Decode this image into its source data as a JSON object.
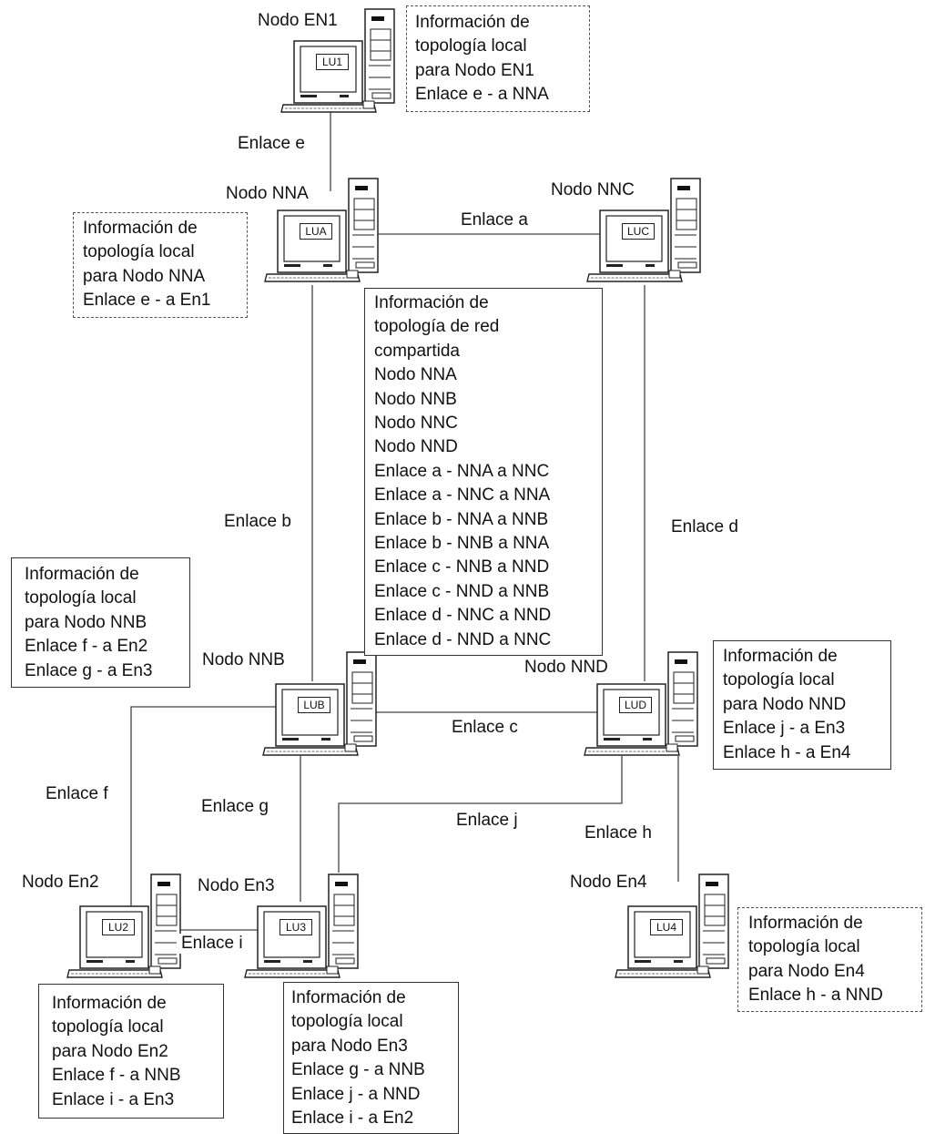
{
  "nodes": {
    "en1": {
      "name": "Nodo EN1",
      "lu": "LU1"
    },
    "nna": {
      "name": "Nodo NNA",
      "lu": "LUA"
    },
    "nnc": {
      "name": "Nodo NNC",
      "lu": "LUC"
    },
    "nnb": {
      "name": "Nodo NNB",
      "lu": "LUB"
    },
    "nnd": {
      "name": "Nodo NND",
      "lu": "LUD"
    },
    "en2": {
      "name": "Nodo En2",
      "lu": "LU2"
    },
    "en3": {
      "name": "Nodo En3",
      "lu": "LU3"
    },
    "en4": {
      "name": "Nodo En4",
      "lu": "LU4"
    }
  },
  "links": {
    "e": "Enlace e",
    "a": "Enlace a",
    "b": "Enlace b",
    "d": "Enlace d",
    "c": "Enlace c",
    "f": "Enlace f",
    "g": "Enlace g",
    "j": "Enlace j",
    "h": "Enlace h",
    "i": "Enlace i"
  },
  "boxes": {
    "en1": [
      "Información de",
      "topología local",
      "para Nodo EN1",
      "Enlace e - a NNA"
    ],
    "nna": [
      "Información de",
      "topología local",
      "para Nodo NNA",
      "Enlace e - a En1"
    ],
    "shared": [
      "Información de",
      "topología de red",
      "compartida",
      "Nodo NNA",
      "Nodo NNB",
      "Nodo NNC",
      "Nodo NND",
      "Enlace a - NNA a NNC",
      "Enlace a - NNC a NNA",
      "Enlace b - NNA a NNB",
      "Enlace b - NNB a NNA",
      "Enlace c - NNB a NND",
      "Enlace c - NND a NNB",
      "Enlace d - NNC a NND",
      "Enlace d - NND a NNC"
    ],
    "nnb": [
      "Información de",
      "topología local",
      "para Nodo NNB",
      "Enlace f - a En2",
      "Enlace g - a En3"
    ],
    "nnd": [
      "Información de",
      "topología local",
      "para Nodo NND",
      "Enlace j - a En3",
      "Enlace h - a En4"
    ],
    "en2": [
      "Información de",
      "topología local",
      "para Nodo En2",
      "Enlace f - a NNB",
      "Enlace i - a En3"
    ],
    "en3": [
      "Información de",
      "topología local",
      "para Nodo En3",
      "Enlace g - a NNB",
      "Enlace j - a NND",
      "Enlace i - a En2"
    ],
    "en4": [
      "Información de",
      "topología local",
      "para Nodo En4",
      "Enlace h - a NND"
    ]
  },
  "icon": "desktop-computer-icon"
}
